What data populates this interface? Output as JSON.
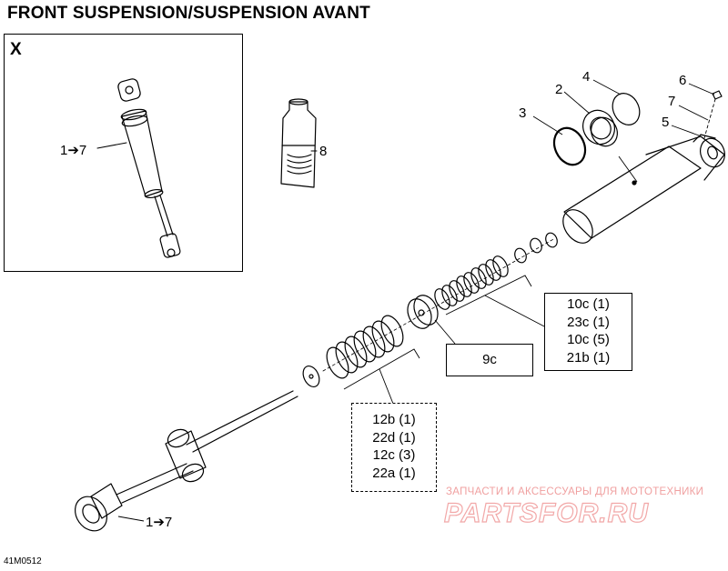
{
  "title": "FRONT SUSPENSION/SUSPENSION AVANT",
  "inset_label": "X",
  "callouts": {
    "inset_assembly": "1➔7",
    "main_assembly": "1➔7",
    "p2": "2",
    "p3": "3",
    "p4": "4",
    "p5": "5",
    "p6": "6",
    "p7": "7",
    "p8": "8"
  },
  "part_9c": "9c",
  "box_upper": [
    "10c (1)",
    "23c (1)",
    "10c (5)",
    "21b (1)"
  ],
  "box_lower": [
    "12b (1)",
    "22d (1)",
    "12c (3)",
    "22a (1)"
  ],
  "watermark": {
    "tagline": "ЗАПЧАСТИ И АКСЕССУАРЫ ДЛЯ МОТОТЕХНИКИ",
    "logo": "PARTSFOR.RU"
  },
  "drawing_code": "41M0512"
}
